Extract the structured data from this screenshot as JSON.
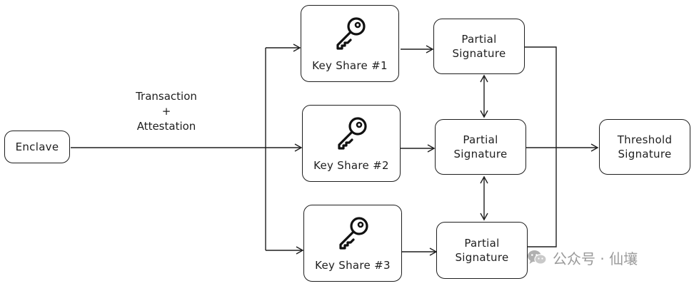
{
  "nodes": {
    "enclave": "Enclave",
    "key_share_1": "Key Share #1",
    "key_share_2": "Key Share #2",
    "key_share_3": "Key Share #3",
    "partial_1": "Partial\nSignature",
    "partial_2": "Partial\nSignature",
    "partial_3": "Partial\nSignature",
    "threshold": "Threshold\nSignature"
  },
  "edge_label": "Transaction\n+\nAttestation",
  "watermark": {
    "icon": "wechat-icon",
    "text": "公众号 · 仙壤"
  },
  "icons": {
    "key": "key-icon"
  }
}
